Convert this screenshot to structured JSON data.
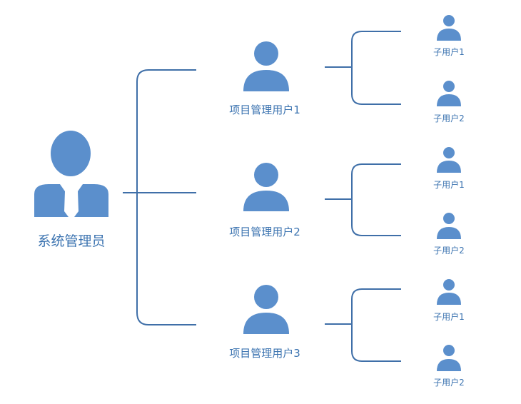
{
  "colors": {
    "icon": "#5b8fcc",
    "line": "#3f6fa8",
    "text": "#3b73b0",
    "background": "#ffffff"
  },
  "admin": {
    "label": "系统管理员",
    "icon": "business-person-icon"
  },
  "project_managers": [
    {
      "label": "项目管理用户1",
      "icon": "user-icon",
      "children": [
        {
          "label": "子用户1",
          "icon": "user-icon"
        },
        {
          "label": "子用户2",
          "icon": "user-icon"
        }
      ]
    },
    {
      "label": "项目管理用户2",
      "icon": "user-icon",
      "children": [
        {
          "label": "子用户1",
          "icon": "user-icon"
        },
        {
          "label": "子用户2",
          "icon": "user-icon"
        }
      ]
    },
    {
      "label": "项目管理用户3",
      "icon": "user-icon",
      "children": [
        {
          "label": "子用户1",
          "icon": "user-icon"
        },
        {
          "label": "子用户2",
          "icon": "user-icon"
        }
      ]
    }
  ]
}
